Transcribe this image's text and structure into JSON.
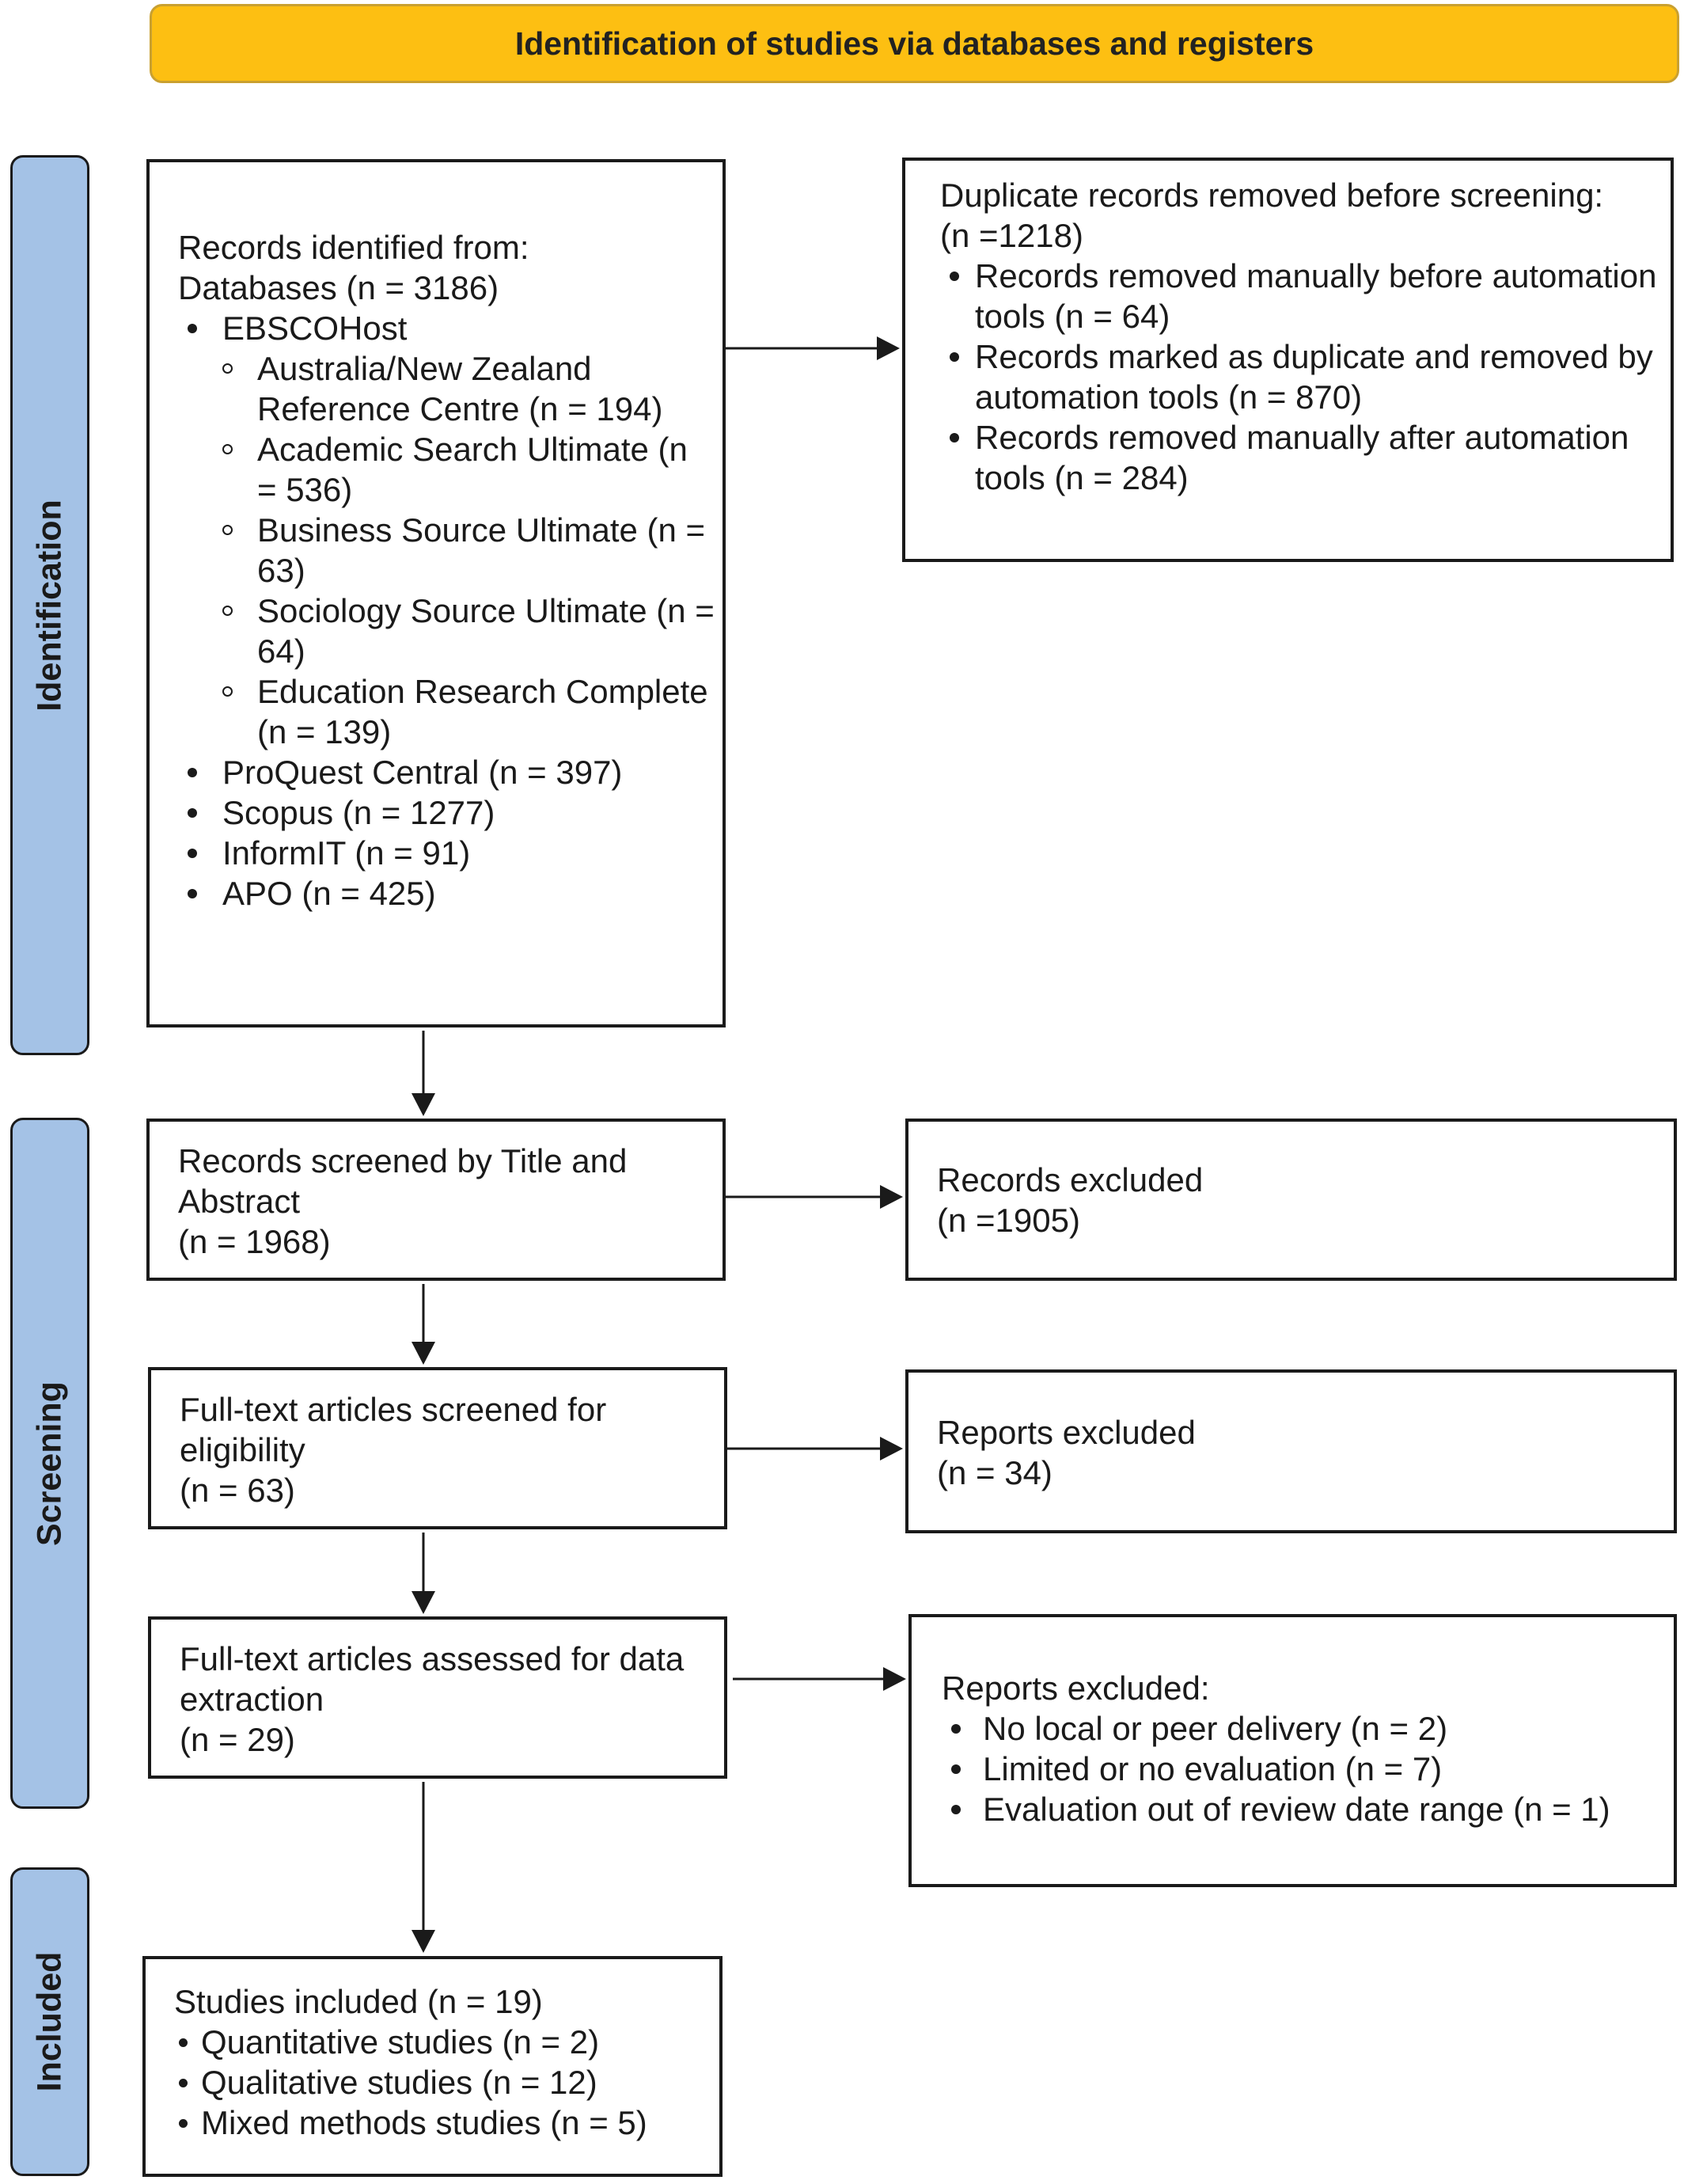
{
  "banner": "Identification of studies via databases and registers",
  "phases": {
    "identification": "Identification",
    "screening": "Screening",
    "included": "Included"
  },
  "records_identified": {
    "heading": "Records identified from:",
    "databases": "Databases (n = 3186)",
    "ebsco": "EBSCOHost",
    "ebsco_sub": [
      "Australia/New Zealand Reference Centre (n = 194)",
      "Academic Search Ultimate (n = 536)",
      "Business Source Ultimate (n = 63)",
      "Sociology Source Ultimate (n = 64)",
      "Education Research Complete (n = 139)"
    ],
    "others": [
      "ProQuest Central (n = 397)",
      "Scopus (n = 1277)",
      "InformIT (n = 91)",
      "APO (n = 425)"
    ]
  },
  "duplicates": {
    "heading": "Duplicate records removed before screening:",
    "count": "(n =1218)",
    "items": [
      "Records removed manually before automation tools (n = 64)",
      "Records marked as duplicate and removed by automation tools (n = 870)",
      "Records removed manually after automation tools (n = 284)"
    ]
  },
  "screened": {
    "label": "Records screened by Title and Abstract",
    "count": "(n = 1968)"
  },
  "records_excluded": {
    "label": "Records excluded",
    "count": "(n =1905)"
  },
  "fulltext_screened": {
    "label": "Full-text articles screened for eligibility",
    "count": "(n = 63)"
  },
  "reports_excluded_1": {
    "label": "Reports excluded",
    "count": "(n = 34)"
  },
  "fulltext_assessed": {
    "label": "Full-text articles assessed for data extraction",
    "count": "(n = 29)"
  },
  "reports_excluded_2": {
    "label": "Reports excluded:",
    "items": [
      "No local or peer delivery (n = 2)",
      "Limited or no evaluation (n = 7)",
      "Evaluation out of review date range (n = 1)"
    ]
  },
  "included": {
    "label": "Studies included (n = 19)",
    "items": [
      "Quantitative studies (n = 2)",
      "Qualitative studies (n = 12)",
      "Mixed methods studies (n = 5)"
    ]
  }
}
